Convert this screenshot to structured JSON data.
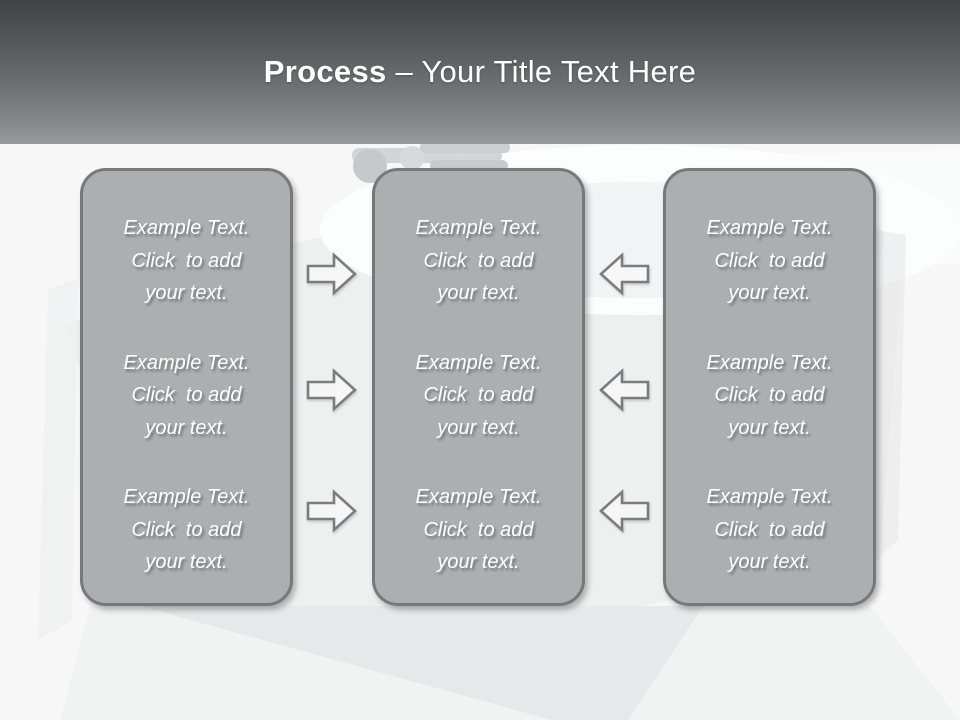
{
  "slide": {
    "title": {
      "emphasis": "Process",
      "dash": " – ",
      "rest": "Your Title Text Here"
    },
    "columns": [
      {
        "name": "left-column",
        "blocks": [
          "Example Text.\nClick  to add\nyour text.",
          "Example Text.\nClick  to add\nyour text.",
          "Example Text.\nClick  to add\nyour text."
        ]
      },
      {
        "name": "middle-column",
        "blocks": [
          "Example Text.\nClick  to add\nyour text.",
          "Example Text.\nClick  to add\nyour text.",
          "Example Text.\nClick  to add\nyour text."
        ]
      },
      {
        "name": "right-column",
        "blocks": [
          "Example Text.\nClick  to add\nyour text.",
          "Example Text.\nClick  to add\nyour text.",
          "Example Text.\nClick  to add\nyour text."
        ]
      }
    ],
    "connectors": {
      "left_to_middle": {
        "icon": "arrow-right-icon",
        "direction": "right",
        "count": 3
      },
      "right_to_middle": {
        "icon": "arrow-left-icon",
        "direction": "left",
        "count": 3
      }
    },
    "background": {
      "image_subject": "faint white bathtub with faucet"
    },
    "colors": {
      "header_gradient_top": "#414245",
      "header_gradient_bottom": "#98999d",
      "title_text": "#ffffff",
      "box_fill": "#adaeb0",
      "box_border": "#77787a",
      "box_text": "#ffffff",
      "arrow_stroke": "#7b7c7e",
      "arrow_fill": "#fbfbfc",
      "page_background": "#f7f7f8"
    }
  }
}
